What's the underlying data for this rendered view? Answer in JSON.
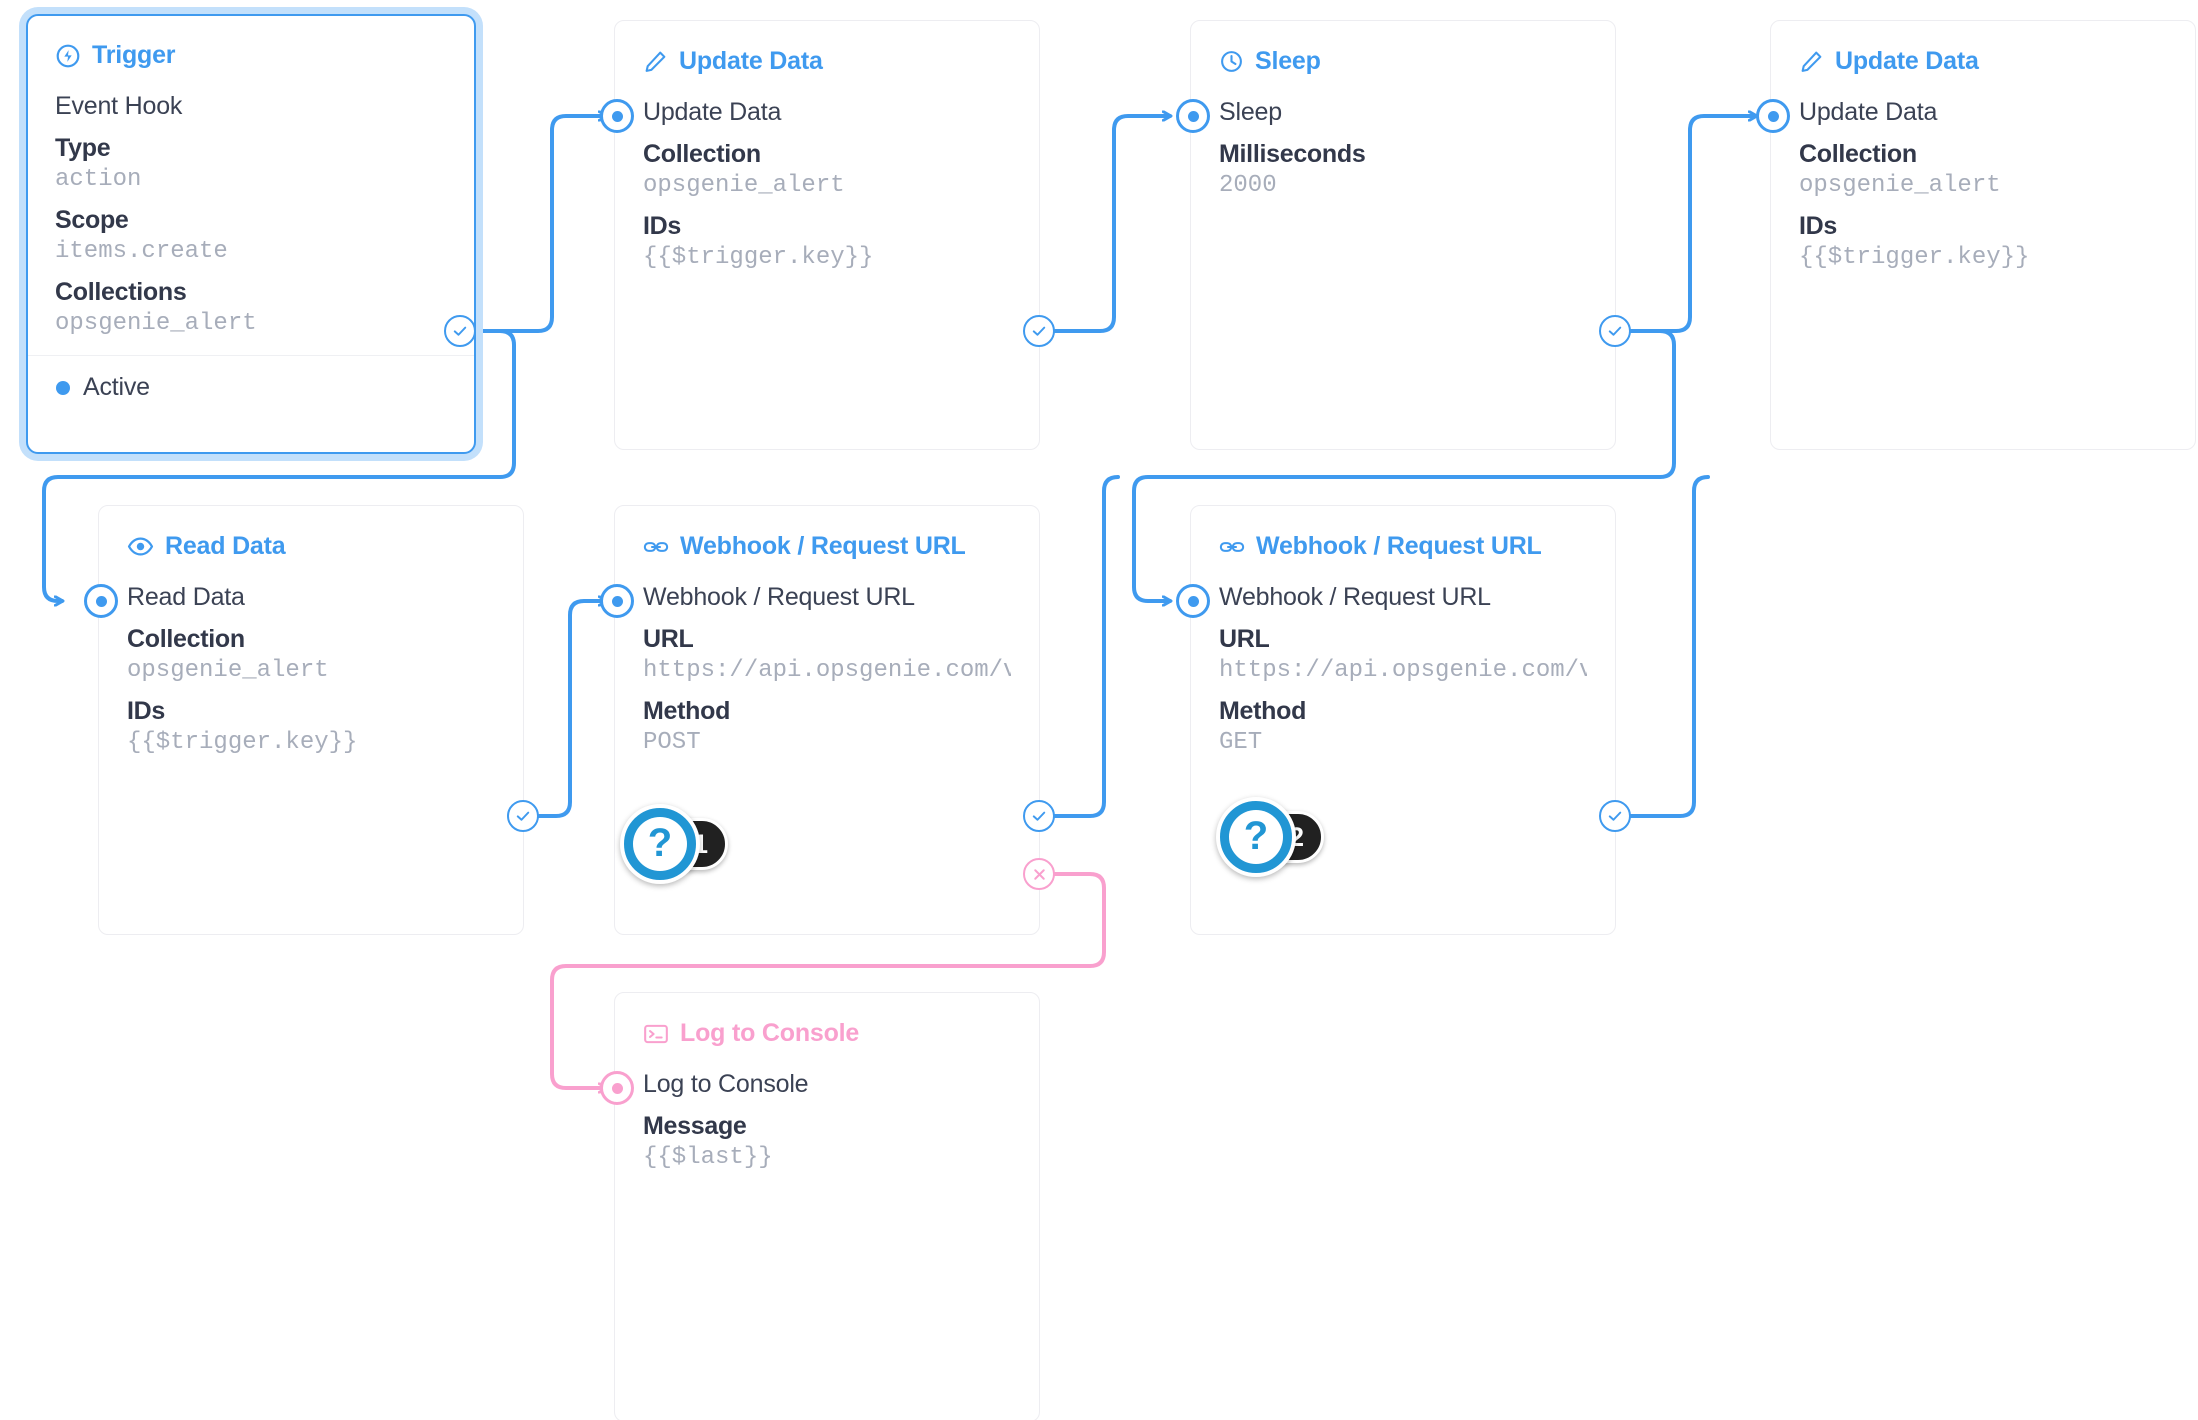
{
  "colors": {
    "accent": "#3f9aef",
    "pink": "#f9a0ce",
    "card_border": "#ededf1",
    "value_text": "#a7adba",
    "label_text": "#32384a",
    "badge_bg": "#212121",
    "hint_blue": "#2196d4"
  },
  "nodes": [
    {
      "id": "trigger",
      "header": "Trigger",
      "icon": "bolt-circle-icon",
      "op_name": "Event Hook",
      "fields": [
        {
          "label": "Type",
          "value": "action"
        },
        {
          "label": "Scope",
          "value": "items.create"
        },
        {
          "label": "Collections",
          "value": "opsgenie_alert"
        }
      ],
      "status": "Active",
      "selected": true
    },
    {
      "id": "update-data-1",
      "header": "Update Data",
      "icon": "pencil-icon",
      "op_name": "Update Data",
      "fields": [
        {
          "label": "Collection",
          "value": "opsgenie_alert"
        },
        {
          "label": "IDs",
          "value": "{{$trigger.key}}"
        }
      ]
    },
    {
      "id": "sleep",
      "header": "Sleep",
      "icon": "clock-icon",
      "op_name": "Sleep",
      "fields": [
        {
          "label": "Milliseconds",
          "value": "2000"
        }
      ]
    },
    {
      "id": "update-data-2",
      "header": "Update Data",
      "icon": "pencil-icon",
      "op_name": "Update Data",
      "fields": [
        {
          "label": "Collection",
          "value": "opsgenie_alert"
        },
        {
          "label": "IDs",
          "value": "{{$trigger.key}}"
        }
      ]
    },
    {
      "id": "read-data",
      "header": "Read Data",
      "icon": "eye-icon",
      "op_name": "Read Data",
      "fields": [
        {
          "label": "Collection",
          "value": "opsgenie_alert"
        },
        {
          "label": "IDs",
          "value": "{{$trigger.key}}"
        }
      ]
    },
    {
      "id": "webhook-post",
      "header": "Webhook / Request URL",
      "icon": "link-icon",
      "op_name": "Webhook / Request URL",
      "fields": [
        {
          "label": "URL",
          "value": "https://api.opsgenie.com/v…"
        },
        {
          "label": "Method",
          "value": "POST"
        }
      ]
    },
    {
      "id": "webhook-get",
      "header": "Webhook / Request URL",
      "icon": "link-icon",
      "op_name": "Webhook / Request URL",
      "fields": [
        {
          "label": "URL",
          "value": "https://api.opsgenie.com/v…"
        },
        {
          "label": "Method",
          "value": "GET"
        }
      ]
    },
    {
      "id": "log-to-console",
      "header": "Log to Console",
      "icon": "console-icon",
      "op_name": "Log to Console",
      "fields": [
        {
          "label": "Message",
          "value": "{{$last}}"
        }
      ]
    }
  ],
  "hints": [
    {
      "id": "hint-1",
      "symbol": "?",
      "count": "1"
    },
    {
      "id": "hint-2",
      "symbol": "?",
      "count": "2"
    }
  ]
}
